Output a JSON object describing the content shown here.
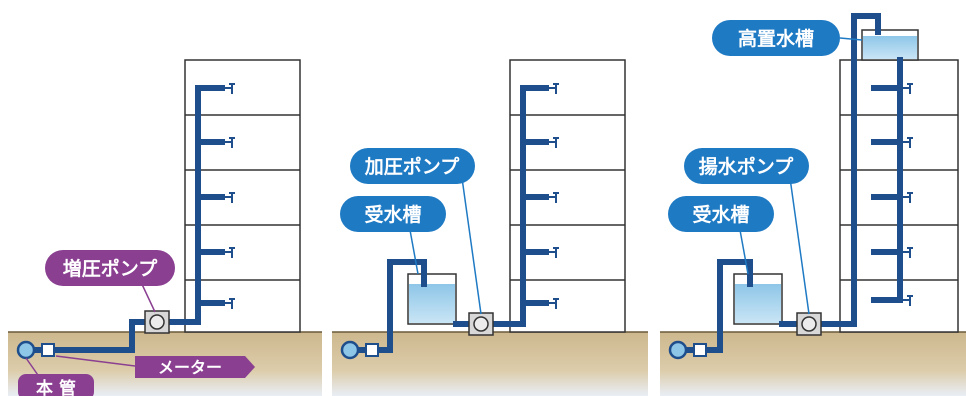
{
  "colors": {
    "pipe": "#1f4e8c",
    "building_stroke": "#333333",
    "ground": "#c9b38a",
    "ground_line": "#6b5a3a",
    "water": "#a9d3ec",
    "blue_label": "#1f7ac4",
    "purple_label": "#8a3f91",
    "pump": "#d8d8d8"
  },
  "panels": [
    {
      "labels": {
        "pump": "増圧ポンプ",
        "meter": "メーター",
        "main": "本 管"
      }
    },
    {
      "labels": {
        "pump": "加圧ポンプ",
        "tank": "受水槽"
      }
    },
    {
      "labels": {
        "pump": "揚水ポンプ",
        "tank": "受水槽",
        "elevated_tank": "高置水槽"
      }
    }
  ]
}
